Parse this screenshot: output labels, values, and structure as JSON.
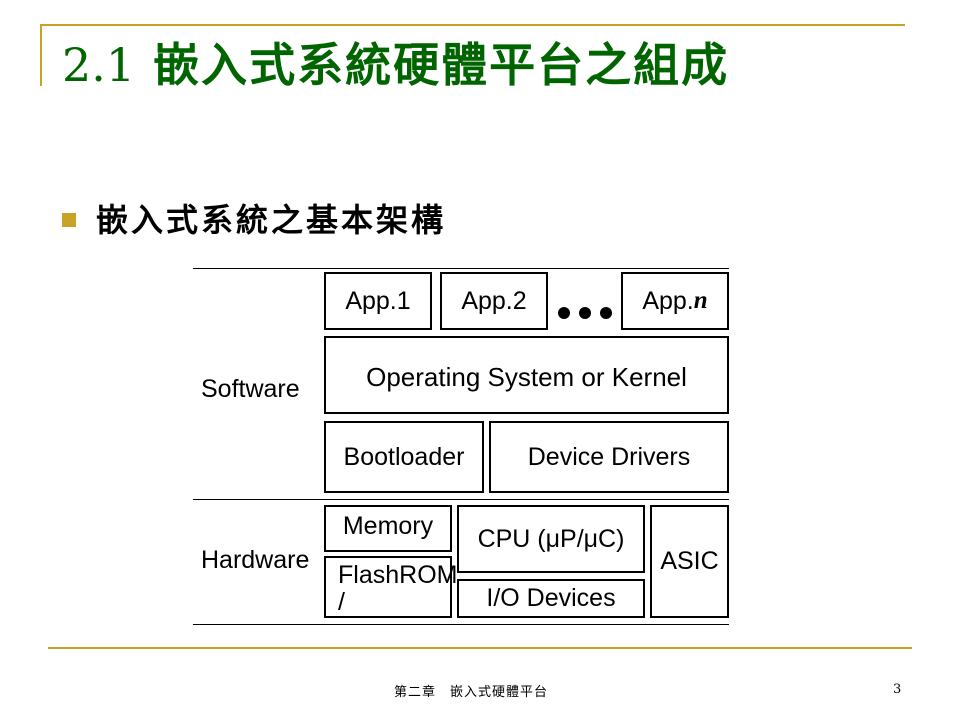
{
  "slide": {
    "title_number": "2.1",
    "title_text": "嵌入式系統硬體平台之組成",
    "bullet": "嵌入式系統之基本架構"
  },
  "diagram": {
    "labels": {
      "software": "Software",
      "hardware": "Hardware"
    },
    "software": {
      "app1": "App.1",
      "app2": "App.2",
      "appn_prefix": "App.",
      "appn_suffix": "n",
      "os": "Operating System or Kernel",
      "bootloader": "Bootloader",
      "drivers": "Device Drivers"
    },
    "hardware": {
      "memory": "Memory",
      "flash_line1": "Flash /",
      "flash_line2": "ROM",
      "cpu": "CPU (μP/μC)",
      "io": "I/O Devices",
      "asic": "ASIC"
    }
  },
  "footer": {
    "chapter": "第二章　嵌入式硬體平台",
    "page": "3"
  },
  "colors": {
    "accent": "#c9a227",
    "title": "#006400"
  }
}
